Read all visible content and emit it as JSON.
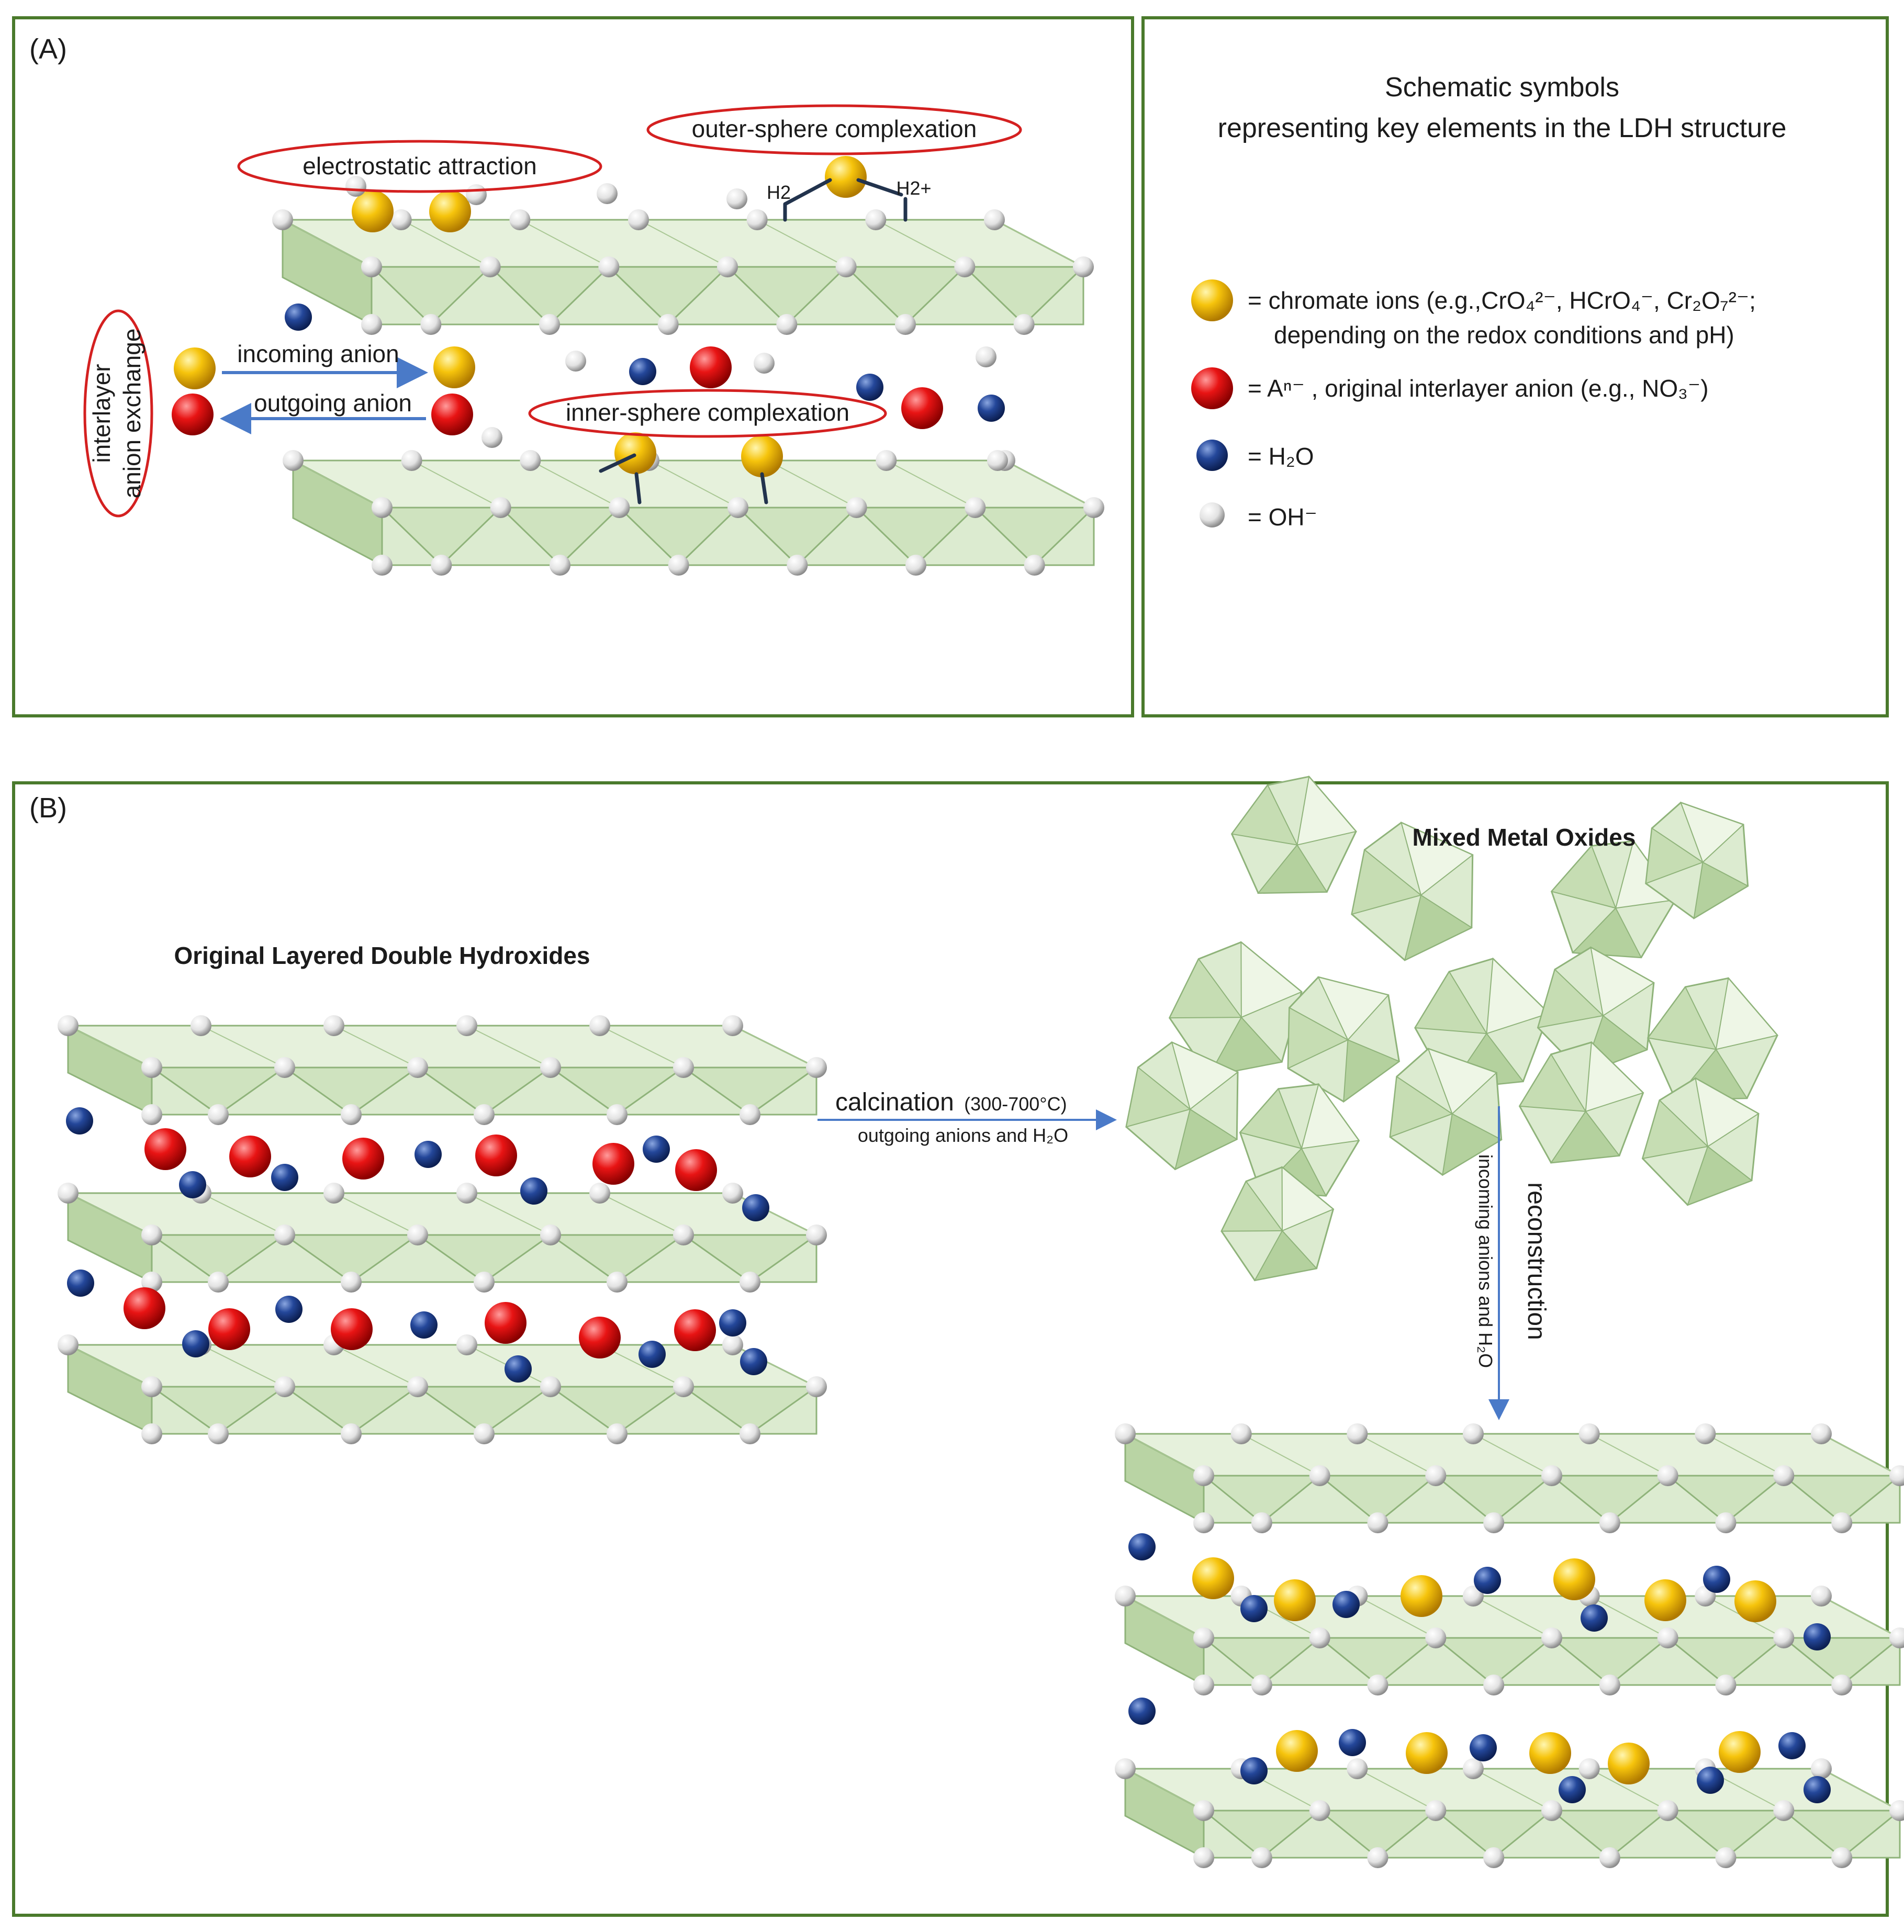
{
  "panel_a": {
    "tag": "(A)",
    "labels": {
      "electrostatic": "electrostatic attraction",
      "outer_sphere": "outer-sphere complexation",
      "inner_sphere": "inner-sphere complexation",
      "incoming": "incoming anion",
      "outgoing": "outgoing anion",
      "interlayer_line1": "interlayer",
      "interlayer_line2": "anion exchange",
      "h2_left": "H2",
      "h2_right": "H2+"
    }
  },
  "legend": {
    "title_line1": "Schematic symbols",
    "title_line2": "representing key elements in the LDH structure",
    "items": [
      {
        "symbol": "chromate",
        "color": "#f2b705",
        "line1": "=  chromate ions (e.g.,CrO₄²⁻, HCrO₄⁻, Cr₂O₇²⁻;",
        "line2": "depending on the redox conditions and pH)"
      },
      {
        "symbol": "anion",
        "color": "#e01010",
        "line1": "=  Aⁿ⁻ , original interlayer anion (e.g., NO₃⁻)"
      },
      {
        "symbol": "water",
        "color": "#1f3f8c",
        "line1": "=  H₂O"
      },
      {
        "symbol": "hydroxide",
        "color": "#e6e6e6",
        "line1": "=  OH⁻"
      }
    ]
  },
  "panel_b": {
    "tag": "(B)",
    "original_title": "Original Layered Double Hydroxides",
    "mmo_title": "Mixed Metal Oxides",
    "calcination_main": "calcination",
    "calcination_range": "(300-700°C)",
    "calcination_sub": "outgoing anions and H₂O",
    "reconstruction_main": "reconstruction",
    "reconstruction_sub": "incoming anions and H₂O"
  },
  "colors": {
    "frame": "#4a7a2c",
    "octahedron_face": "#dcebd0",
    "octahedron_edge": "#8fb37a",
    "chromate": "#f2b705",
    "anion": "#e01010",
    "water": "#1f3f8c",
    "hydroxide": "#e6e6e6",
    "oval": "#d42020",
    "arrow": "#4a7ac8"
  }
}
